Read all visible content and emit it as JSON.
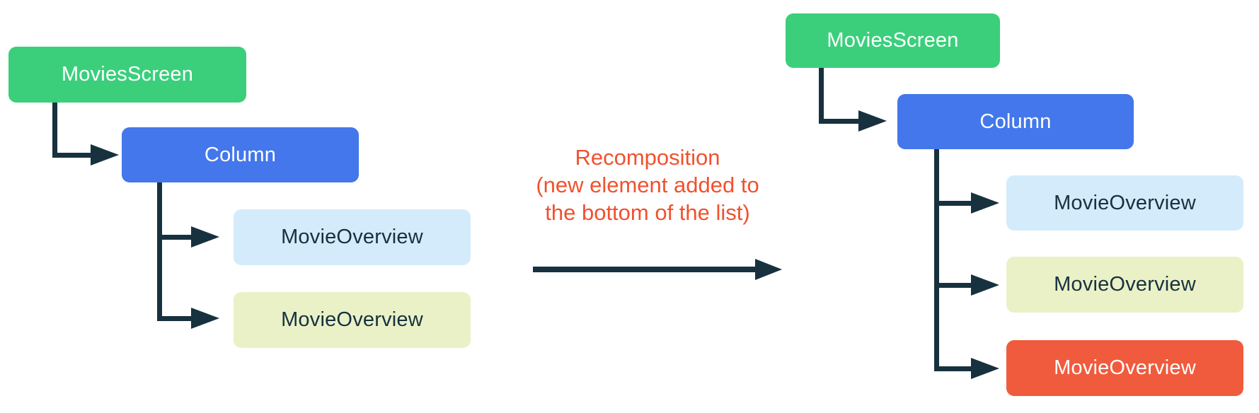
{
  "trees": {
    "before": {
      "root": "MoviesScreen",
      "container": "Column",
      "children": [
        "MovieOverview",
        "MovieOverview"
      ]
    },
    "after": {
      "root": "MoviesScreen",
      "container": "Column",
      "children": [
        "MovieOverview",
        "MovieOverview",
        "MovieOverview"
      ]
    }
  },
  "transition_label": {
    "lines": [
      "Recomposition",
      "(new element added to",
      "the bottom of the list)"
    ]
  },
  "colors": {
    "green": "#3bcf7c",
    "blue": "#4377eb",
    "light_blue": "#d4ebfb",
    "light_yellow": "#eaf1c7",
    "orange": "#f05b3d",
    "navy": "#17313f",
    "label_orange": "#f1512e"
  }
}
